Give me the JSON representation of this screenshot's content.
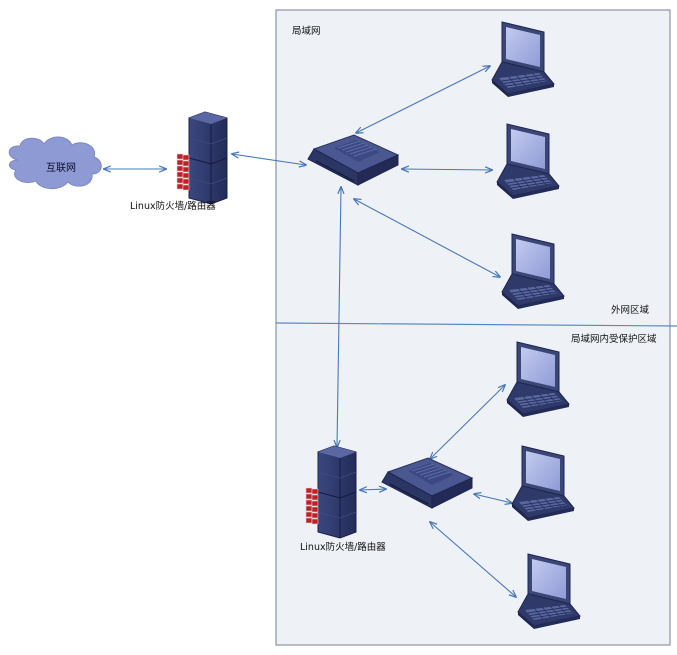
{
  "labels": {
    "lan": "局域网",
    "internet": "互联网",
    "firewall_top": "Linux防火墙/路由器",
    "firewall_bottom": "Linux防火墙/路由器",
    "outer_zone": "外网区域",
    "protected_zone": "局域网内受保护区域"
  },
  "colors": {
    "zone_fill": "#eef2f7",
    "zone_border": "#8a93a6",
    "divider": "#5a89c0",
    "connector": "#4a78b8",
    "device_dark": "#2e3a6b",
    "device_mid": "#4f5c92",
    "screen": "#a9b3e4",
    "cloud": "#8e9ad4",
    "firewall_brick": "#b8232a"
  },
  "icons": {
    "cloud": "cloud-icon",
    "server": "server-tower-icon",
    "firewall": "brick-wall-icon",
    "switch": "network-switch-icon",
    "laptop": "laptop-icon"
  }
}
